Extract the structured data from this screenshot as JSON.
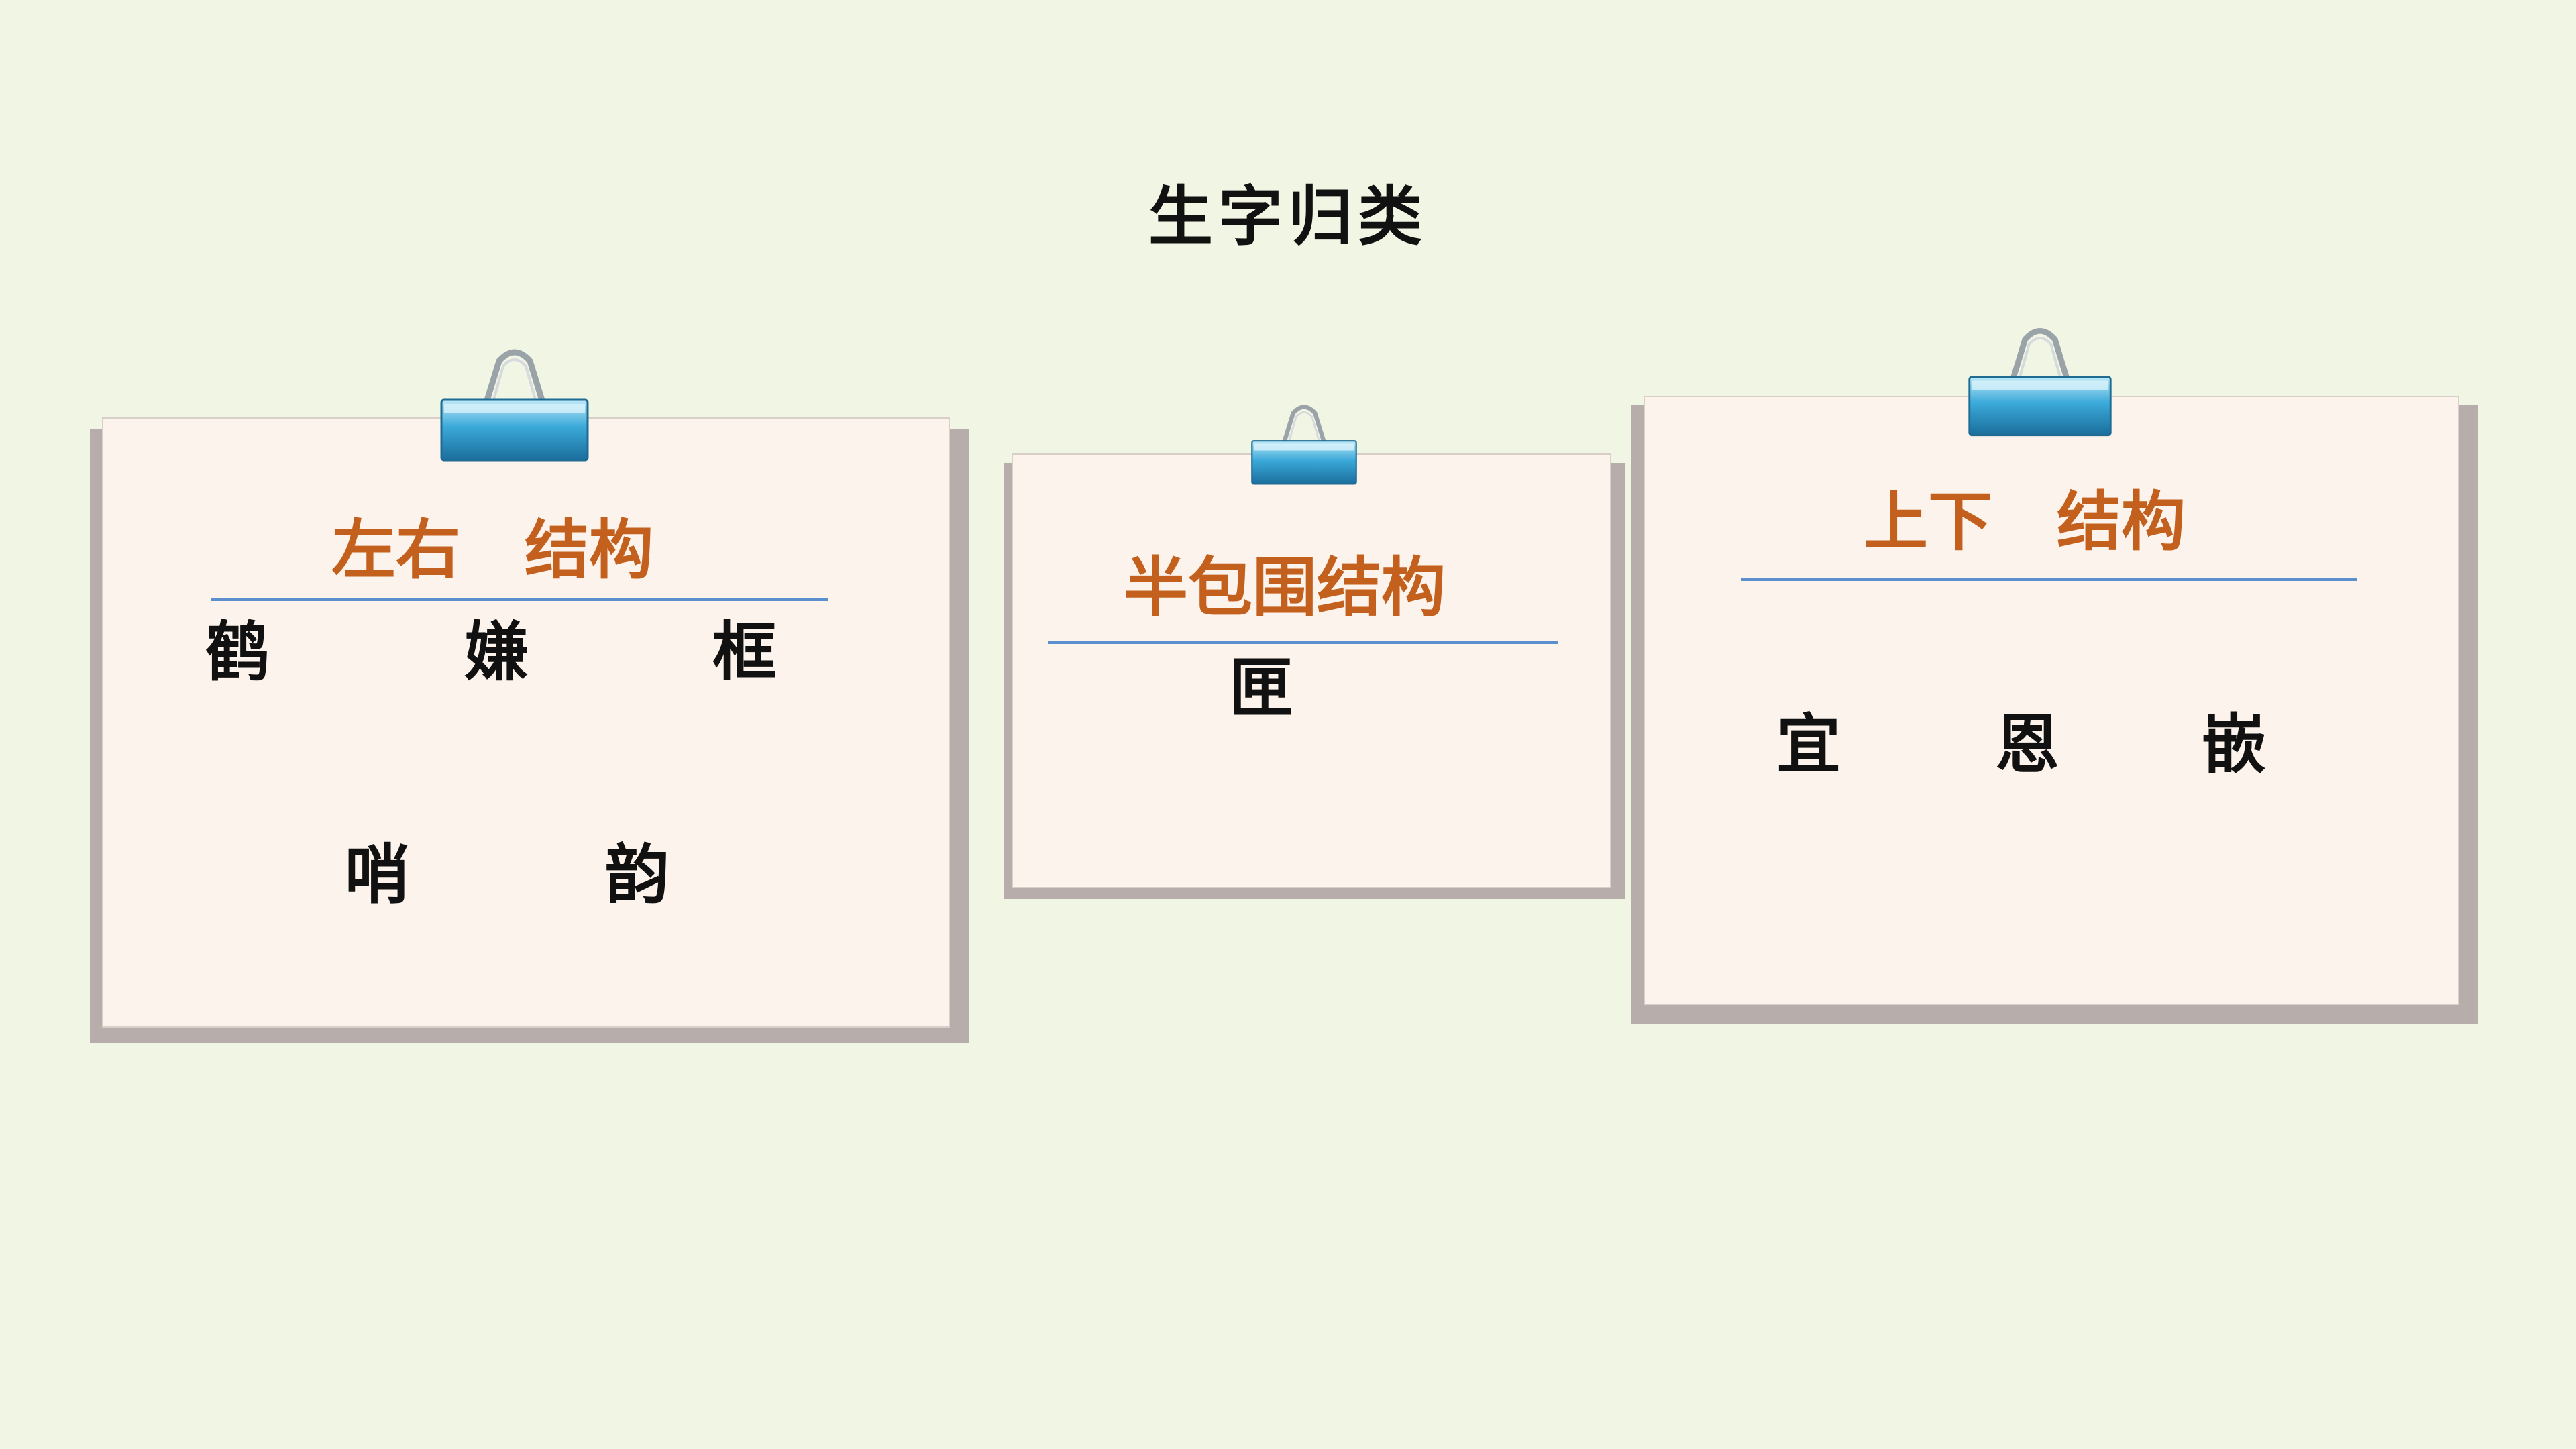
{
  "title": "生字归类",
  "cards": [
    {
      "heading": "左右　结构",
      "chars": [
        "鹤",
        "嫌",
        "框",
        "哨",
        "韵"
      ]
    },
    {
      "heading": "半包围结构",
      "chars": [
        "匣"
      ]
    },
    {
      "heading": "上下　结构",
      "chars": [
        "宜",
        "恩",
        "嵌"
      ]
    }
  ],
  "colors": {
    "background": "#f1f5e4",
    "card": "#fcf3ec",
    "heading": "#c4601d",
    "rule": "#5b8fcd",
    "clip": "#3aa9d9"
  },
  "icons": [
    "binder-clip-icon"
  ]
}
